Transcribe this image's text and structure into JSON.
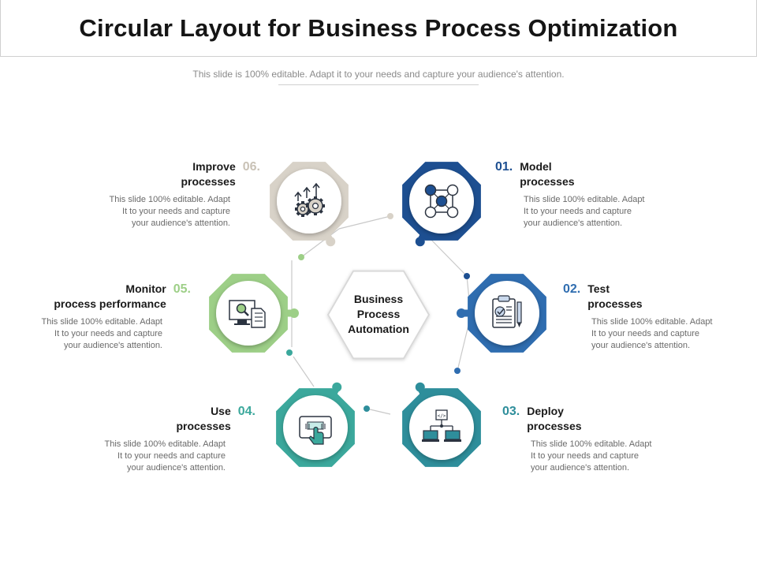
{
  "title": "Circular Layout for Business Process Optimization",
  "subtitle": "This slide is 100% editable. Adapt it to your needs and capture your audience's attention.",
  "center": {
    "lines": [
      "Business",
      "Process",
      "Automation"
    ]
  },
  "steps": [
    {
      "num": "01.",
      "title_lines": [
        "Model",
        "processes"
      ],
      "desc_lines": [
        "This slide 100% editable. Adapt",
        "It to your needs and capture",
        "your audience's attention."
      ],
      "color": "#1d4f91",
      "icon": "network-nodes-icon"
    },
    {
      "num": "02.",
      "title_lines": [
        "Test",
        "processes"
      ],
      "desc_lines": [
        "This slide 100% editable. Adapt",
        "It to your needs and capture",
        "your audience's attention."
      ],
      "color": "#2f6db0",
      "icon": "clipboard-checklist-icon"
    },
    {
      "num": "03.",
      "title_lines": [
        "Deploy",
        "processes"
      ],
      "desc_lines": [
        "This slide 100% editable. Adapt",
        "It to your needs and capture",
        "your audience's attention."
      ],
      "color": "#2e8e9b",
      "icon": "deployment-network-icon"
    },
    {
      "num": "04.",
      "title_lines": [
        "Use",
        "processes"
      ],
      "desc_lines": [
        "This slide 100% editable. Adapt",
        "It to your needs and capture",
        "your audience's attention."
      ],
      "color": "#3ba89c",
      "icon": "touch-screen-icon"
    },
    {
      "num": "05.",
      "title_lines": [
        "Monitor",
        "process performance"
      ],
      "desc_lines": [
        "This slide 100% editable. Adapt",
        "It to your needs and capture",
        "your audience's attention."
      ],
      "color": "#9dcf87",
      "icon": "monitor-search-icon"
    },
    {
      "num": "06.",
      "title_lines": [
        "Improve",
        "processes"
      ],
      "desc_lines": [
        "This slide 100% editable. Adapt",
        "It to your needs and capture",
        "your audience's attention."
      ],
      "color": "#d8d2c8",
      "icon": "growth-gears-icon"
    }
  ]
}
